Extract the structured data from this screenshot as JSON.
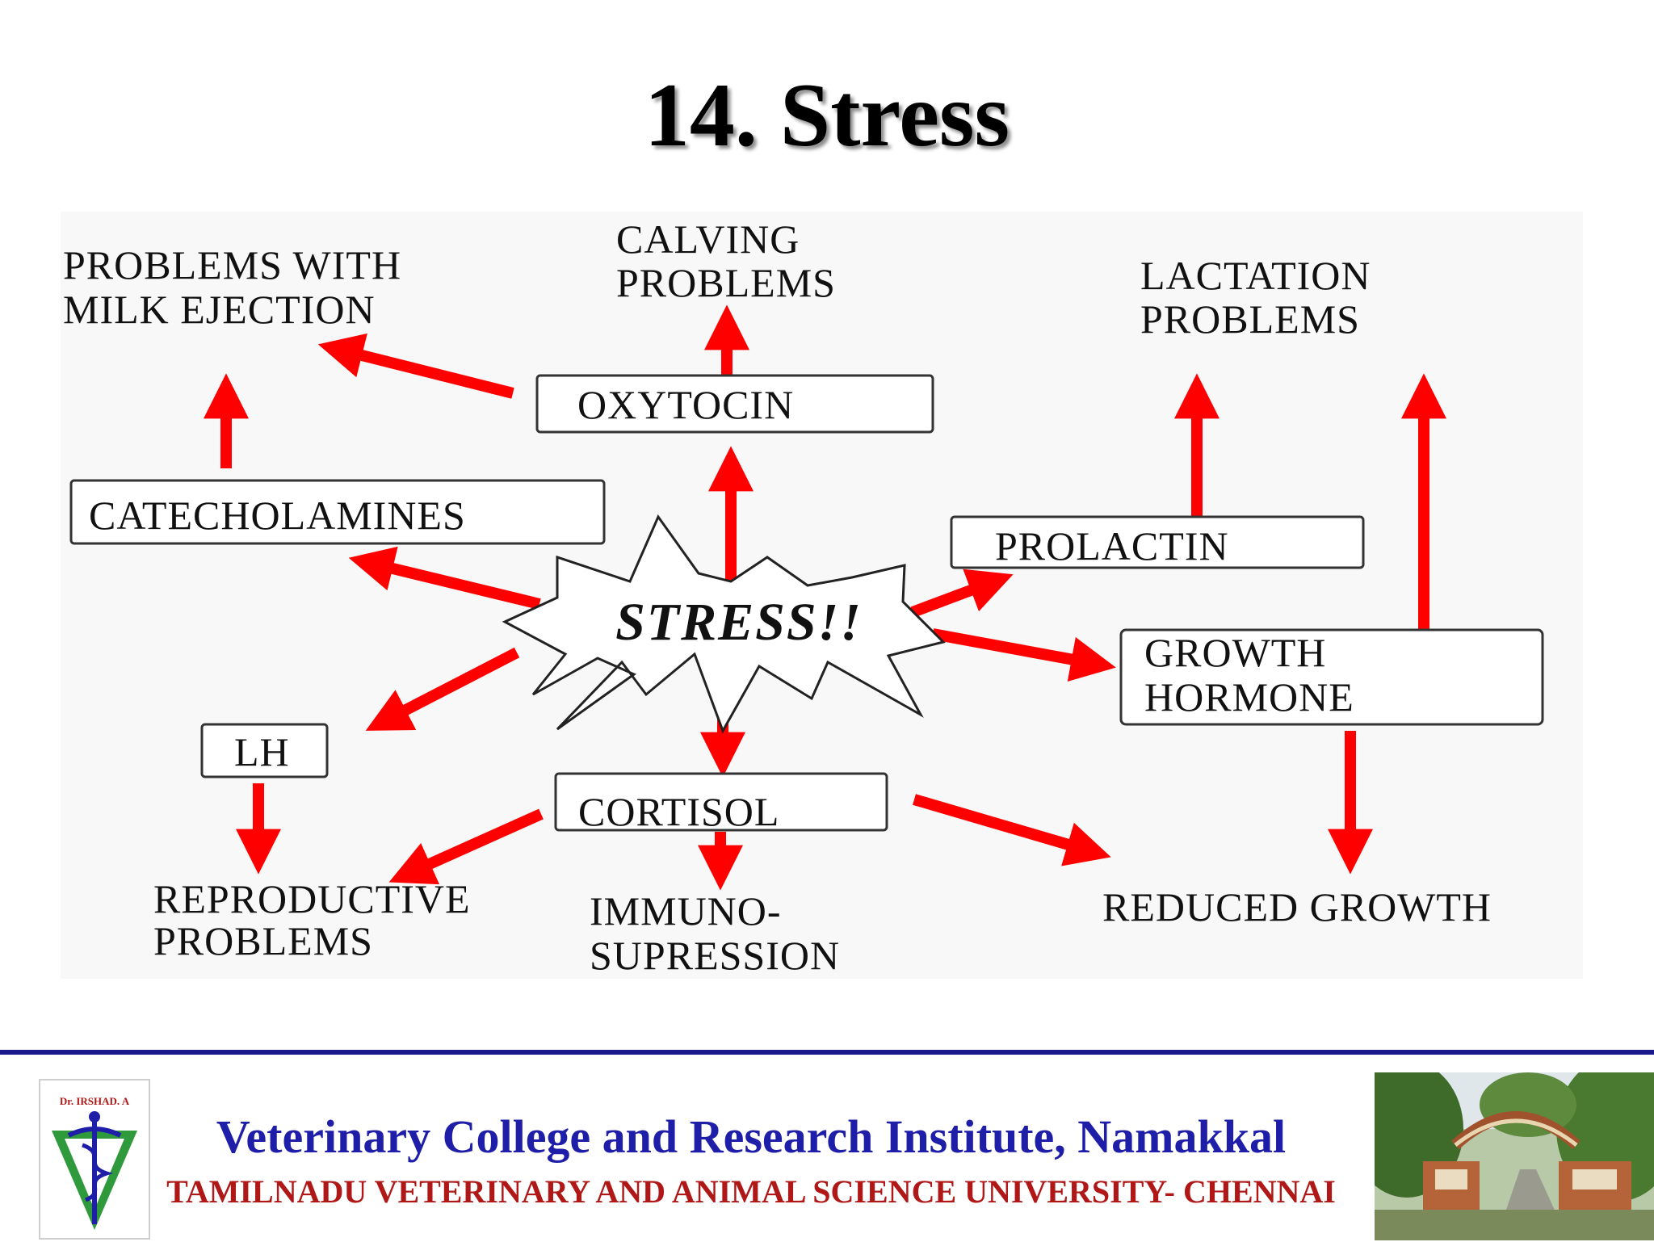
{
  "slide": {
    "title": "14. Stress"
  },
  "diagram": {
    "center": "STRESS!!",
    "hormones": {
      "oxytocin": "OXYTOCIN",
      "catecholamines": "CATECHOLAMINES",
      "prolactin": "PROLACTIN",
      "growth_hormone": [
        "GROWTH",
        "HORMONE"
      ],
      "lh": "LH",
      "cortisol": "CORTISOL"
    },
    "outcomes": {
      "milk_ejection": [
        "PROBLEMS WITH",
        "MILK EJECTION"
      ],
      "calving": [
        "CALVING",
        "PROBLEMS"
      ],
      "lactation": [
        "LACTATION",
        "PROBLEMS"
      ],
      "reproductive": [
        "REPRODUCTIVE",
        "PROBLEMS"
      ],
      "immuno": [
        "IMMUNO-",
        "SUPRESSION"
      ],
      "reduced_growth": "REDUCED GROWTH"
    },
    "colors": {
      "arrow": "#ff0000",
      "box_border": "#333333",
      "text": "#111111"
    }
  },
  "footer": {
    "college": "Veterinary College and Research Institute, Namakkal",
    "university": "TAMILNADU VETERINARY AND ANIMAL SCIENCE UNIVERSITY- CHENNAI",
    "logo_text": "Dr. IRSHAD. A",
    "colors": {
      "rule": "#1a1a8c",
      "college": "#1e1ea8",
      "university": "#b01818"
    }
  }
}
